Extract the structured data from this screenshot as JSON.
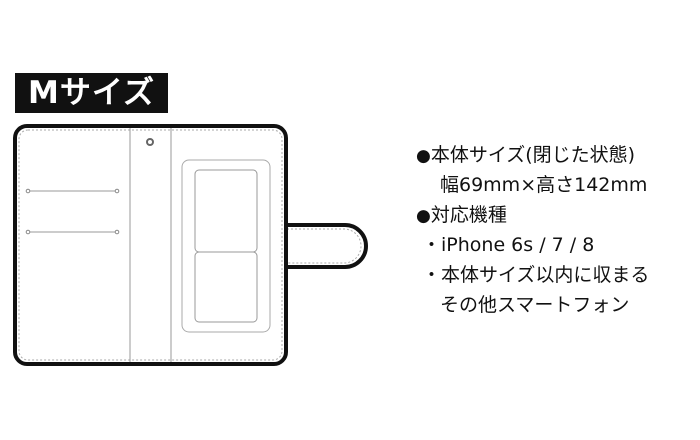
{
  "size_label": "Mサイズ",
  "specs": {
    "body_size_heading": "本体サイズ(閉じた状態)",
    "body_size_value": "幅69mm×高さ142mm",
    "compatible_heading": "対応機種",
    "compatible_items": [
      "・iPhone 6s / 7 / 8",
      "・本体サイズ以内に収まる",
      "その他スマートフォン"
    ],
    "bullet": "●"
  },
  "colors": {
    "outline": "#111111",
    "stitch": "#9a9a9a",
    "label_bg": "#111111"
  }
}
